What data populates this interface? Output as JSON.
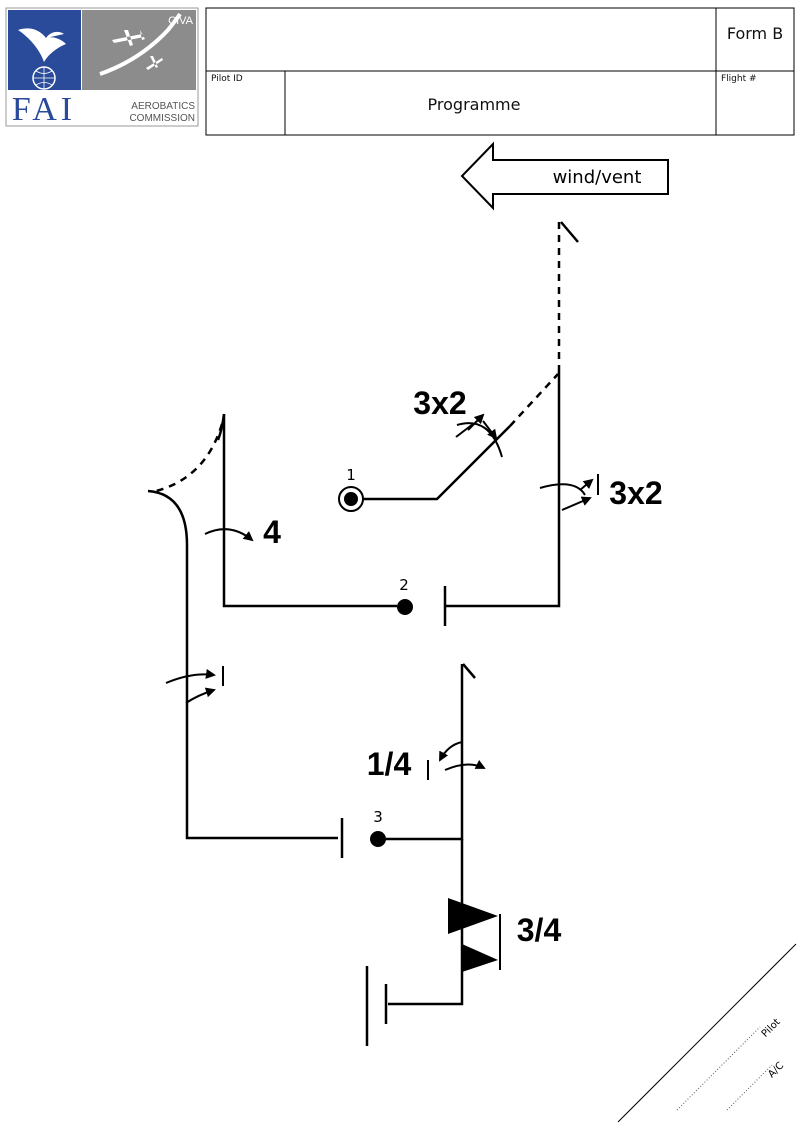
{
  "logo": {
    "civa": "CIVA",
    "fai": "FAI",
    "commission_line1": "AEROBATICS",
    "commission_line2": "COMMISSION",
    "colors": {
      "blue": "#2a4a9a",
      "grey": "#8c8c8c"
    }
  },
  "header": {
    "form": "Form B",
    "pilot_id_label": "Pilot ID",
    "programme_label": "Programme",
    "flight_label": "Flight #"
  },
  "wind": {
    "label": "wind/vent"
  },
  "figures": [
    {
      "number": "1",
      "label": "3x2"
    },
    {
      "number": "1",
      "label": "3x2"
    },
    {
      "number": "2",
      "label": "4"
    },
    {
      "number": "3",
      "label": "1/4"
    },
    {
      "number": "3",
      "label": "3/4"
    }
  ],
  "signature": {
    "pilot": "Pilot",
    "aircraft": "A/C"
  }
}
